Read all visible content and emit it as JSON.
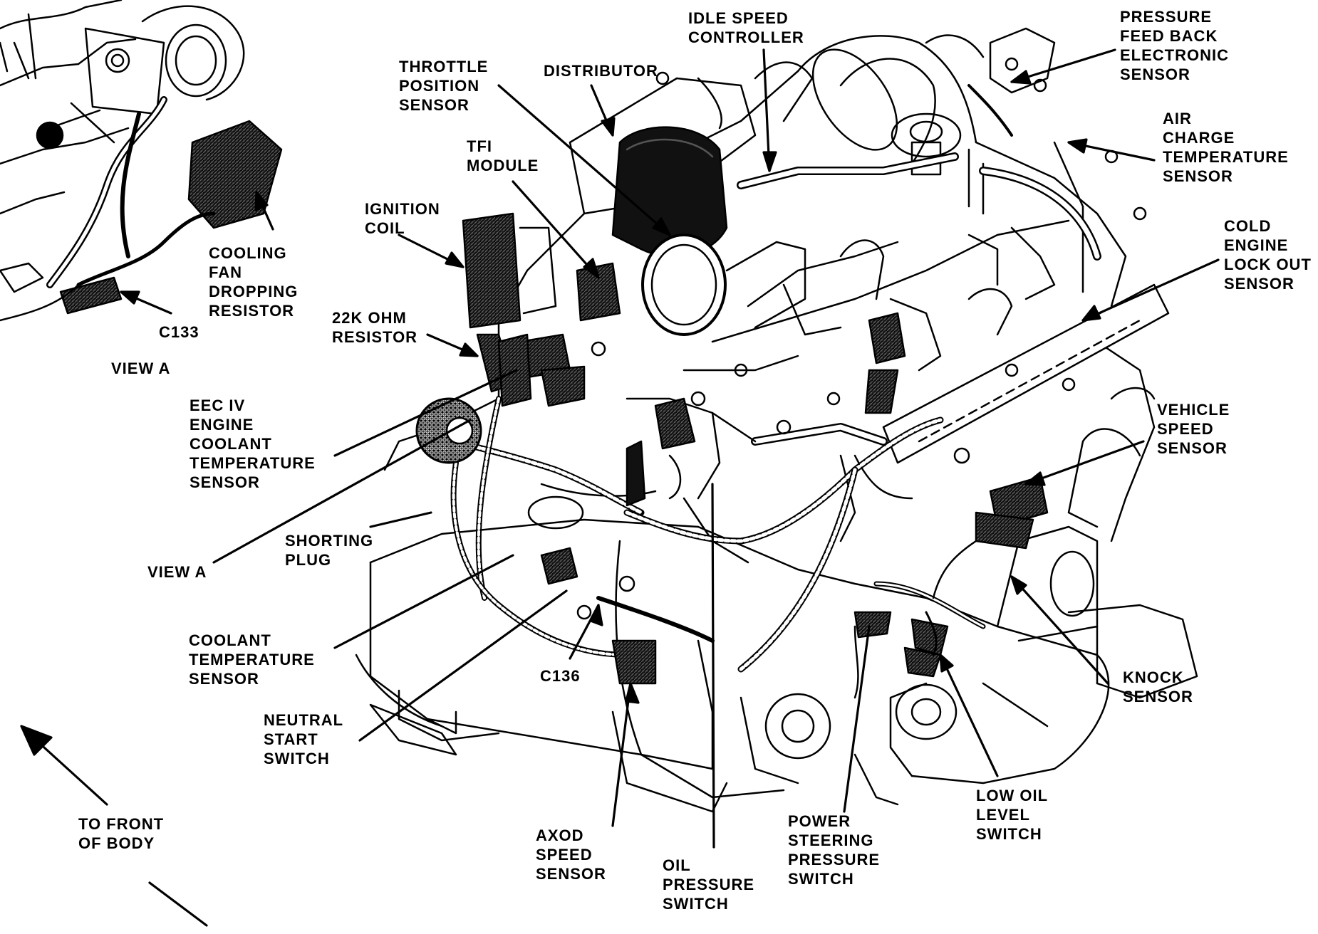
{
  "colors": {
    "ink": "#000000",
    "paper": "#ffffff",
    "shade": "#bbbbbb"
  },
  "labels": {
    "idle_speed_controller": [
      "IDLE SPEED",
      "CONTROLLER"
    ],
    "pressure_feed_back_electronic_sensor": [
      "PRESSURE",
      "FEED BACK",
      "ELECTRONIC",
      "SENSOR"
    ],
    "throttle_position_sensor": [
      "THROTTLE",
      "POSITION",
      "SENSOR"
    ],
    "distributor": [
      "DISTRIBUTOR"
    ],
    "air_charge_temperature_sensor": [
      "AIR",
      "CHARGE",
      "TEMPERATURE",
      "SENSOR"
    ],
    "tfi_module": [
      "TFI",
      "MODULE"
    ],
    "ignition_coil": [
      "IGNITION",
      "COIL"
    ],
    "cold_engine_lock_out_sensor": [
      "COLD",
      "ENGINE",
      "LOCK OUT",
      "SENSOR"
    ],
    "cooling_fan_dropping_resistor": [
      "COOLING",
      "FAN",
      "DROPPING",
      "RESISTOR"
    ],
    "c133": [
      "C133"
    ],
    "view_a_caption": [
      "VIEW A"
    ],
    "ohm_resistor": [
      "22K OHM",
      "RESISTOR"
    ],
    "eec_iv_engine_coolant_temperature_sensor": [
      "EEC IV",
      "ENGINE",
      "COOLANT",
      "TEMPERATURE",
      "SENSOR"
    ],
    "vehicle_speed_sensor": [
      "VEHICLE",
      "SPEED",
      "SENSOR"
    ],
    "shorting_plug": [
      "SHORTING",
      "PLUG"
    ],
    "view_a_pointer": [
      "VIEW A"
    ],
    "coolant_temperature_sensor": [
      "COOLANT",
      "TEMPERATURE",
      "SENSOR"
    ],
    "c136": [
      "C136"
    ],
    "knock_sensor": [
      "KNOCK",
      "SENSOR"
    ],
    "neutral_start_switch": [
      "NEUTRAL",
      "START",
      "SWITCH"
    ],
    "low_oil_level_switch": [
      "LOW OIL",
      "LEVEL",
      "SWITCH"
    ],
    "to_front_of_body": [
      "TO FRONT",
      "OF BODY"
    ],
    "power_steering_pressure_switch": [
      "POWER",
      "STEERING",
      "PRESSURE",
      "SWITCH"
    ],
    "axod_speed_sensor": [
      "AXOD",
      "SPEED",
      "SENSOR"
    ],
    "oil_pressure_switch": [
      "OIL",
      "PRESSURE",
      "SWITCH"
    ]
  }
}
